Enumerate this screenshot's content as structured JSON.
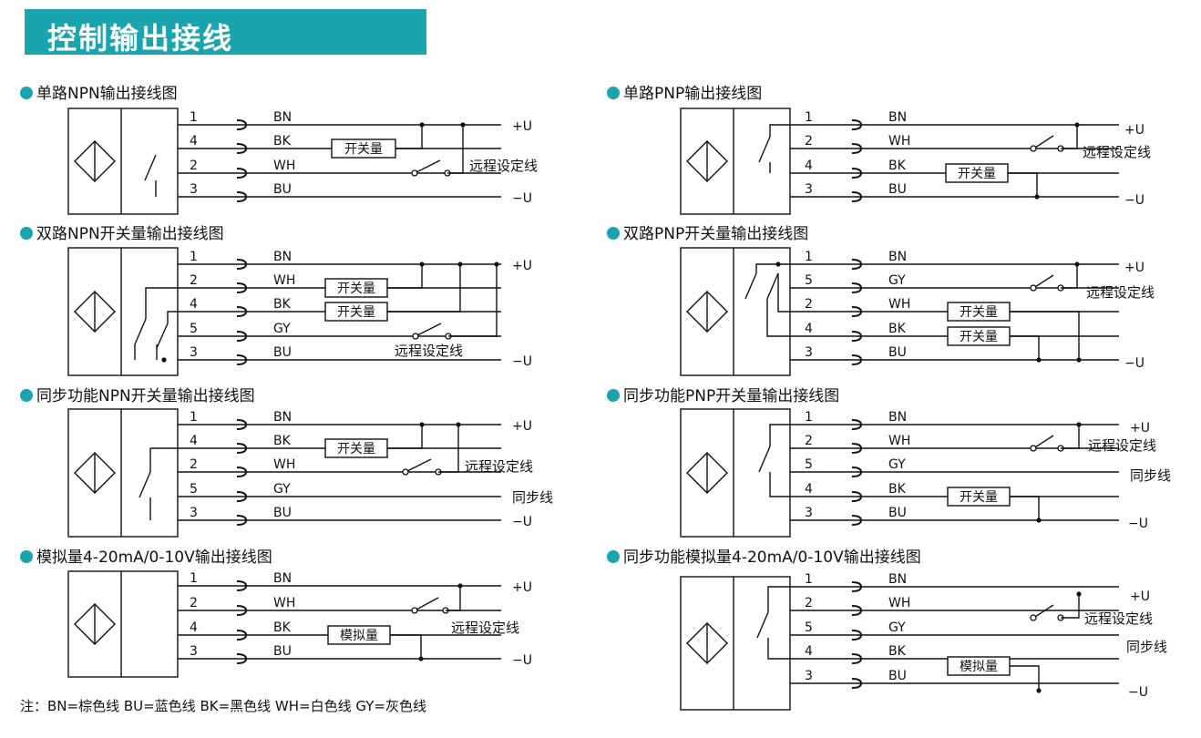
{
  "header": {
    "title": "控制输出接线"
  },
  "footnote": "注：BN=棕色线  BU=蓝色线  BK=黑色线  WH=白色线  GY=灰色线",
  "labels": {
    "plus": "+U",
    "minus": "−U",
    "remote": "远程设定线",
    "sync": "同步线",
    "switch": "开关量",
    "analog": "模拟量"
  },
  "diagrams": [
    {
      "title": "单路NPN输出接线图",
      "wires": [
        {
          "pin": "1",
          "code": "BN"
        },
        {
          "pin": "4",
          "code": "BK"
        },
        {
          "pin": "2",
          "code": "WH"
        },
        {
          "pin": "3",
          "code": "BU"
        }
      ]
    },
    {
      "title": "双路NPN开关量输出接线图",
      "wires": [
        {
          "pin": "1",
          "code": "BN"
        },
        {
          "pin": "2",
          "code": "WH"
        },
        {
          "pin": "4",
          "code": "BK"
        },
        {
          "pin": "5",
          "code": "GY"
        },
        {
          "pin": "3",
          "code": "BU"
        }
      ]
    },
    {
      "title": "同步功能NPN开关量输出接线图",
      "wires": [
        {
          "pin": "1",
          "code": "BN"
        },
        {
          "pin": "4",
          "code": "BK"
        },
        {
          "pin": "2",
          "code": "WH"
        },
        {
          "pin": "5",
          "code": "GY"
        },
        {
          "pin": "3",
          "code": "BU"
        }
      ]
    },
    {
      "title": "模拟量4-20mA/0-10V输出接线图",
      "wires": [
        {
          "pin": "1",
          "code": "BN"
        },
        {
          "pin": "2",
          "code": "WH"
        },
        {
          "pin": "4",
          "code": "BK"
        },
        {
          "pin": "3",
          "code": "BU"
        }
      ]
    },
    {
      "title": "单路PNP输出接线图",
      "wires": [
        {
          "pin": "1",
          "code": "BN"
        },
        {
          "pin": "2",
          "code": "WH"
        },
        {
          "pin": "4",
          "code": "BK"
        },
        {
          "pin": "3",
          "code": "BU"
        }
      ]
    },
    {
      "title": "双路PNP开关量输出接线图",
      "wires": [
        {
          "pin": "1",
          "code": "BN"
        },
        {
          "pin": "5",
          "code": "GY"
        },
        {
          "pin": "2",
          "code": "WH"
        },
        {
          "pin": "4",
          "code": "BK"
        },
        {
          "pin": "3",
          "code": "BU"
        }
      ]
    },
    {
      "title": "同步功能PNP开关量输出接线图",
      "wires": [
        {
          "pin": "1",
          "code": "BN"
        },
        {
          "pin": "2",
          "code": "WH"
        },
        {
          "pin": "5",
          "code": "GY"
        },
        {
          "pin": "4",
          "code": "BK"
        },
        {
          "pin": "3",
          "code": "BU"
        }
      ]
    },
    {
      "title": "同步功能模拟量4-20mA/0-10V输出接线图",
      "wires": [
        {
          "pin": "1",
          "code": "BN"
        },
        {
          "pin": "2",
          "code": "WH"
        },
        {
          "pin": "5",
          "code": "GY"
        },
        {
          "pin": "4",
          "code": "BK"
        },
        {
          "pin": "3",
          "code": "BU"
        }
      ]
    }
  ]
}
